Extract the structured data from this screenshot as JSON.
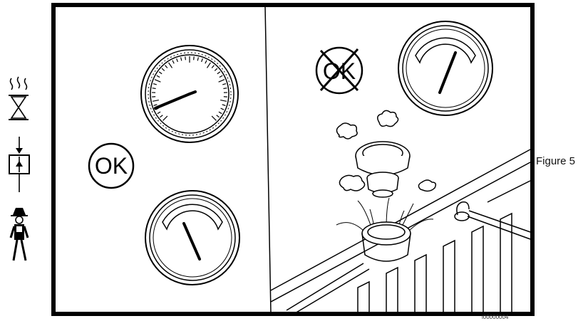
{
  "figure": {
    "caption": "Figure 5",
    "ok_label_left": "OK",
    "ok_label_right": "OK",
    "reference_number": "i00000004"
  },
  "icons": [
    "heat-hourglass-icon",
    "pressure-relief-icon",
    "mechanic-person-icon"
  ]
}
